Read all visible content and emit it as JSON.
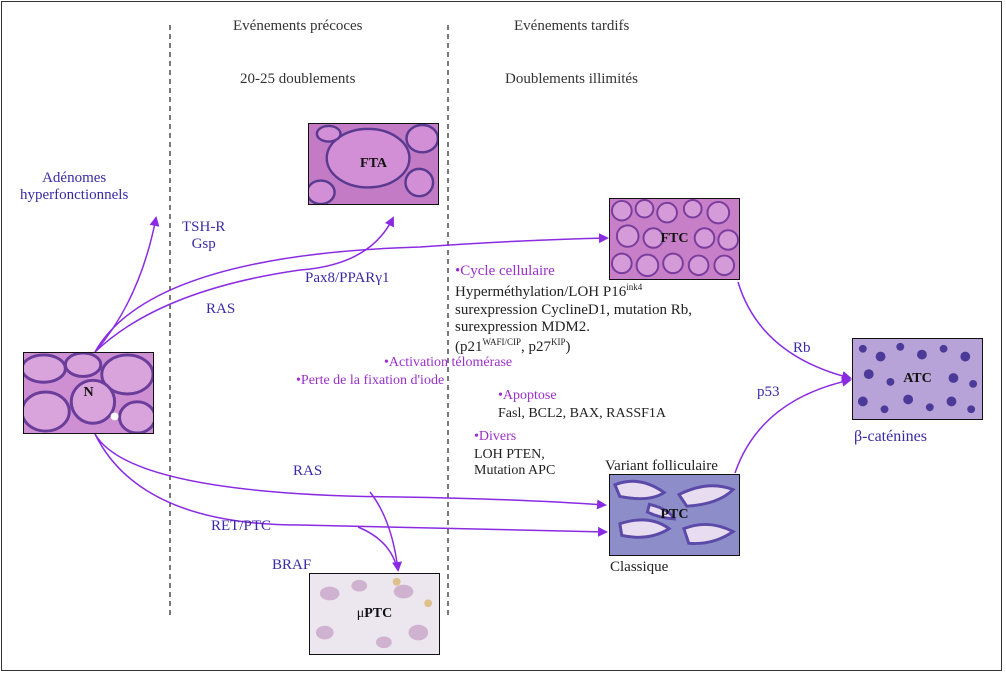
{
  "header": {
    "early_title": "Evénements précoces",
    "early_sub": "20-25 doublements",
    "late_title": "Evénements tardifs",
    "late_sub": "Doublements illimités"
  },
  "tissues": {
    "normal": "N",
    "fta": "FTA",
    "ftc": "FTC",
    "ptc": "PTC",
    "atc": "ATC",
    "micro_ptc_mu": "μ",
    "micro_ptc": "PTC"
  },
  "labels": {
    "adenomes_line1": "Adénomes",
    "adenomes_line2": "hyperfonctionnels",
    "tshr": "TSH-R",
    "gsp": "Gsp",
    "pax8": "Pax8/PPARγ1",
    "ras_top": "RAS",
    "ras_mid": "RAS",
    "ret_ptc": "RET/PTC",
    "braf": "BRAF",
    "rb": "Rb",
    "p53": "p53",
    "b_catenines": "β-caténines",
    "variant_folliculaire": "Variant folliculaire",
    "classique": "Classique"
  },
  "events": {
    "cycle_title": "Cycle cellulaire",
    "cycle_line1_main": "Hyperméthylation/LOH P16",
    "cycle_line1_sup": "ink4",
    "cycle_line2": "surexpression CyclineD1, mutation Rb,",
    "cycle_line3": "surexpression MDM2.",
    "cycle_line4_a": "(p21",
    "cycle_line4_sup1": "WAFI/CIP",
    "cycle_line4_b": ", p27",
    "cycle_line4_sup2": "KIP",
    "cycle_line4_c": ")",
    "telomerase": "Activation télomérase",
    "iode": "Perte de la fixation d'iode",
    "apoptose_title": "Apoptose",
    "apoptose_genes": "Fasl, BCL2, BAX, RASSF1A",
    "divers_title": "Divers",
    "divers_line1": "LOH PTEN,",
    "divers_line2": "Mutation APC"
  },
  "colors": {
    "arrow": "#8a2be2",
    "label_blue": "#3b2aa5",
    "event_purple": "#9b30c8",
    "tissue_pink": "#c77fc8",
    "tissue_purple": "#6a3d9a"
  }
}
